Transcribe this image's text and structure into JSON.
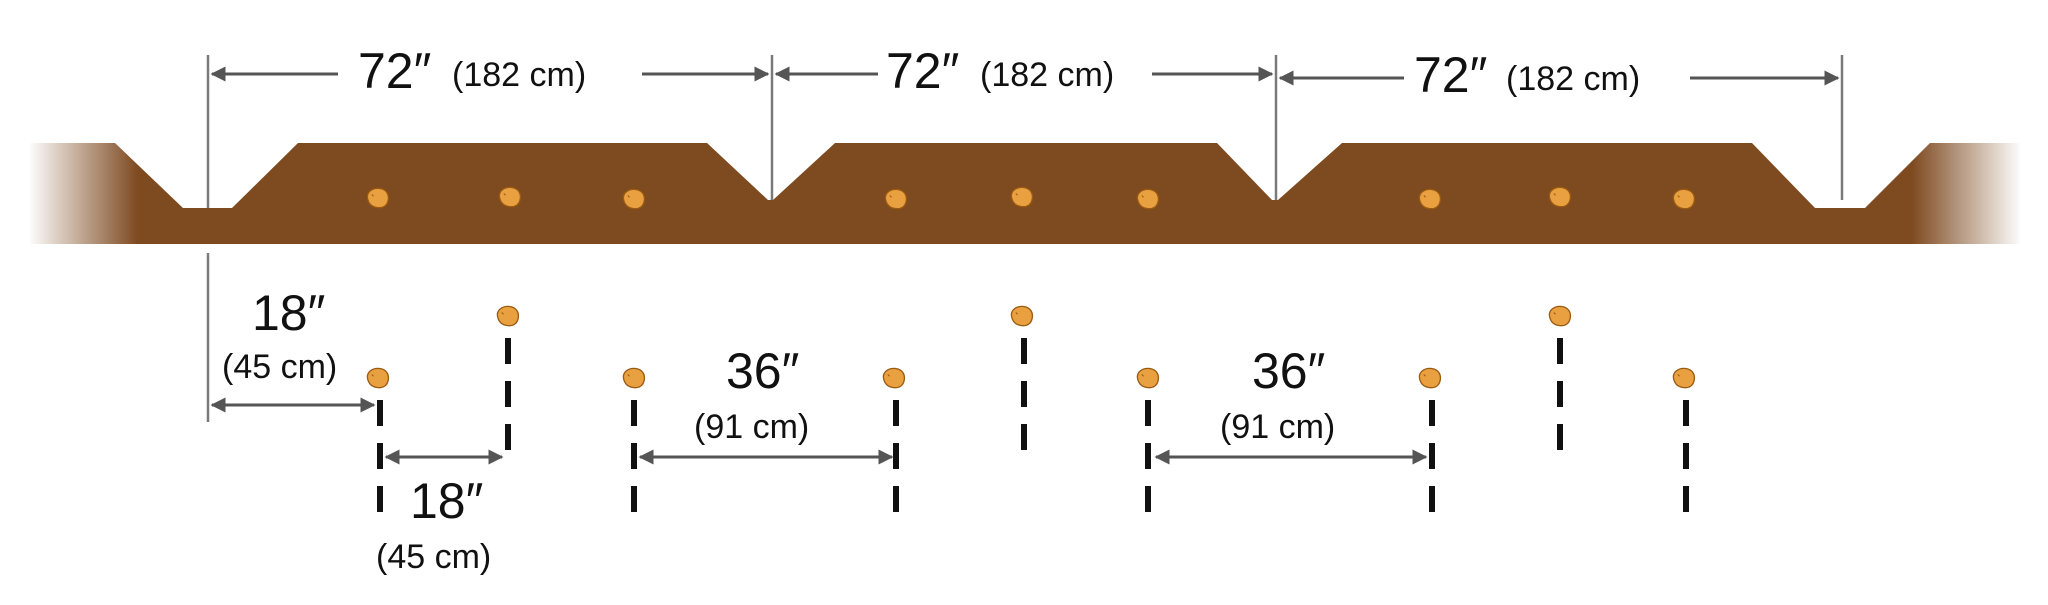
{
  "colors": {
    "soil": "#7e4a20",
    "potato_fill": "#e8a040",
    "potato_stroke": "#9a5a10",
    "arrow": "#555555",
    "guide": "#7a7a7a",
    "dash": "#111111"
  },
  "top_dimensions": [
    {
      "big": "72″",
      "small": "(182 cm)"
    },
    {
      "big": "72″",
      "small": "(182 cm)"
    },
    {
      "big": "72″",
      "small": "(182 cm)"
    }
  ],
  "lower_dimensions": {
    "edge_to_row": {
      "big": "18″",
      "small": "(45 cm)"
    },
    "in_row_spacing": {
      "big": "18″",
      "small": "(45 cm)"
    },
    "between_rows_1": {
      "big": "36″",
      "small": "(91 cm)"
    },
    "between_rows_2": {
      "big": "36″",
      "small": "(91 cm)"
    }
  },
  "icons": {
    "seed_potato": "seed-potato-icon"
  }
}
